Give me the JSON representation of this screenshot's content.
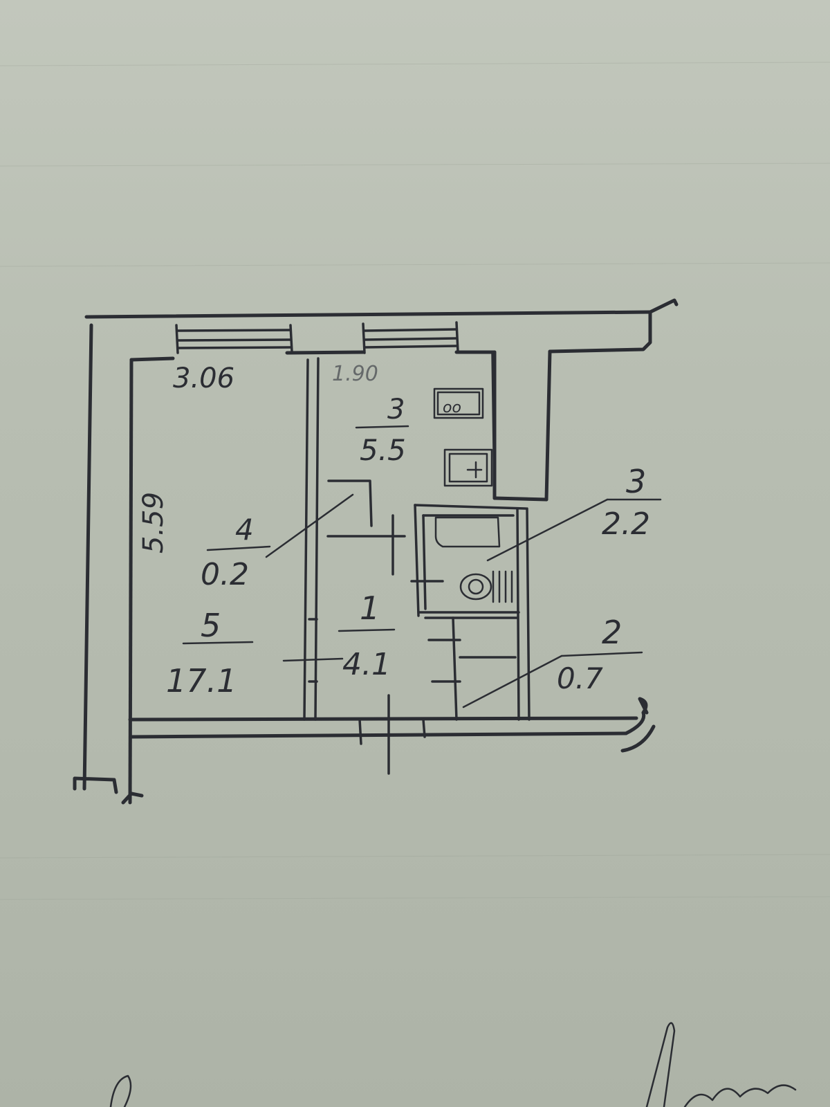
{
  "plan": {
    "ink_color": "#2b2d33",
    "paper_color": "#b8beb2",
    "dimensions": {
      "top_width": "3.06",
      "left_height": "5.59",
      "kitchen_width": "1.90"
    },
    "rooms": [
      {
        "number": "5",
        "area": "17.1"
      },
      {
        "number": "4",
        "area": "0.2"
      },
      {
        "number": "3",
        "area": "5.5"
      },
      {
        "number": "1",
        "area": "4.1"
      },
      {
        "number": "3",
        "area": "2.2"
      },
      {
        "number": "2",
        "area": "0.7"
      }
    ],
    "fixtures": {
      "stove_glyph": "oo"
    }
  }
}
